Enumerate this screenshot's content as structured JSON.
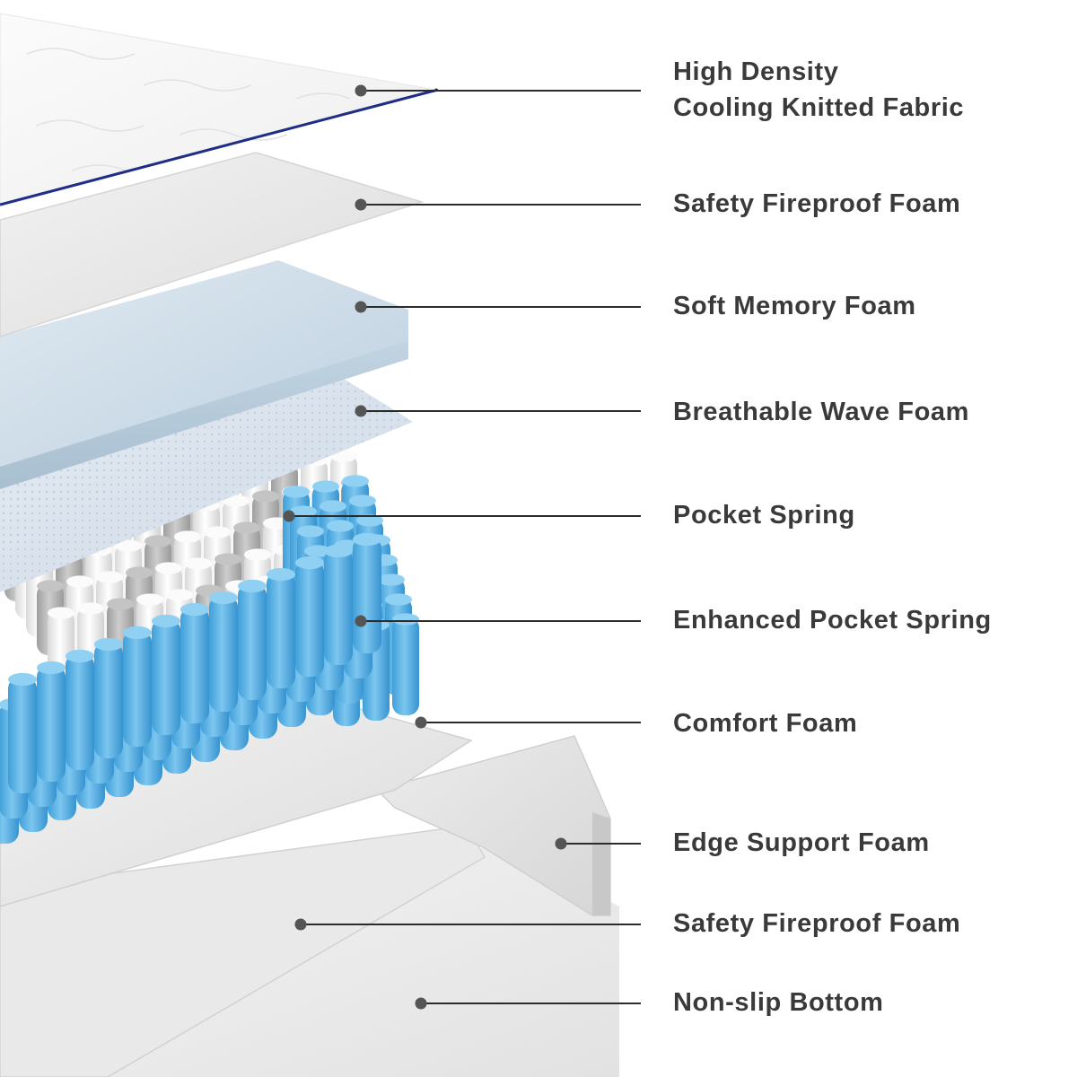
{
  "colors": {
    "label_text": "#3a3a3a",
    "leader_line": "#2b2b2b",
    "dot": "#555555",
    "spring_blue": "#5cb4e6",
    "spring_grey": "#b5b5b5",
    "spring_white": "#f2f2f2",
    "memory_foam": "#c9dbe8",
    "fabric_trim": "#1f2d86"
  },
  "layers": [
    {
      "id": "fabric",
      "lines": [
        "High Density",
        "Cooling Knitted Fabric"
      ]
    },
    {
      "id": "fireproof-top",
      "lines": [
        "Safety Fireproof Foam"
      ]
    },
    {
      "id": "memory",
      "lines": [
        "Soft Memory Foam"
      ]
    },
    {
      "id": "wave",
      "lines": [
        "Breathable Wave Foam"
      ]
    },
    {
      "id": "pocket",
      "lines": [
        "Pocket Spring"
      ]
    },
    {
      "id": "enhanced",
      "lines": [
        "Enhanced Pocket Spring"
      ]
    },
    {
      "id": "comfort",
      "lines": [
        "Comfort Foam"
      ]
    },
    {
      "id": "edge",
      "lines": [
        "Edge Support Foam"
      ]
    },
    {
      "id": "fireproof-bottom",
      "lines": [
        "Safety Fireproof Foam"
      ]
    },
    {
      "id": "bottom",
      "lines": [
        "Non-slip Bottom"
      ]
    }
  ]
}
